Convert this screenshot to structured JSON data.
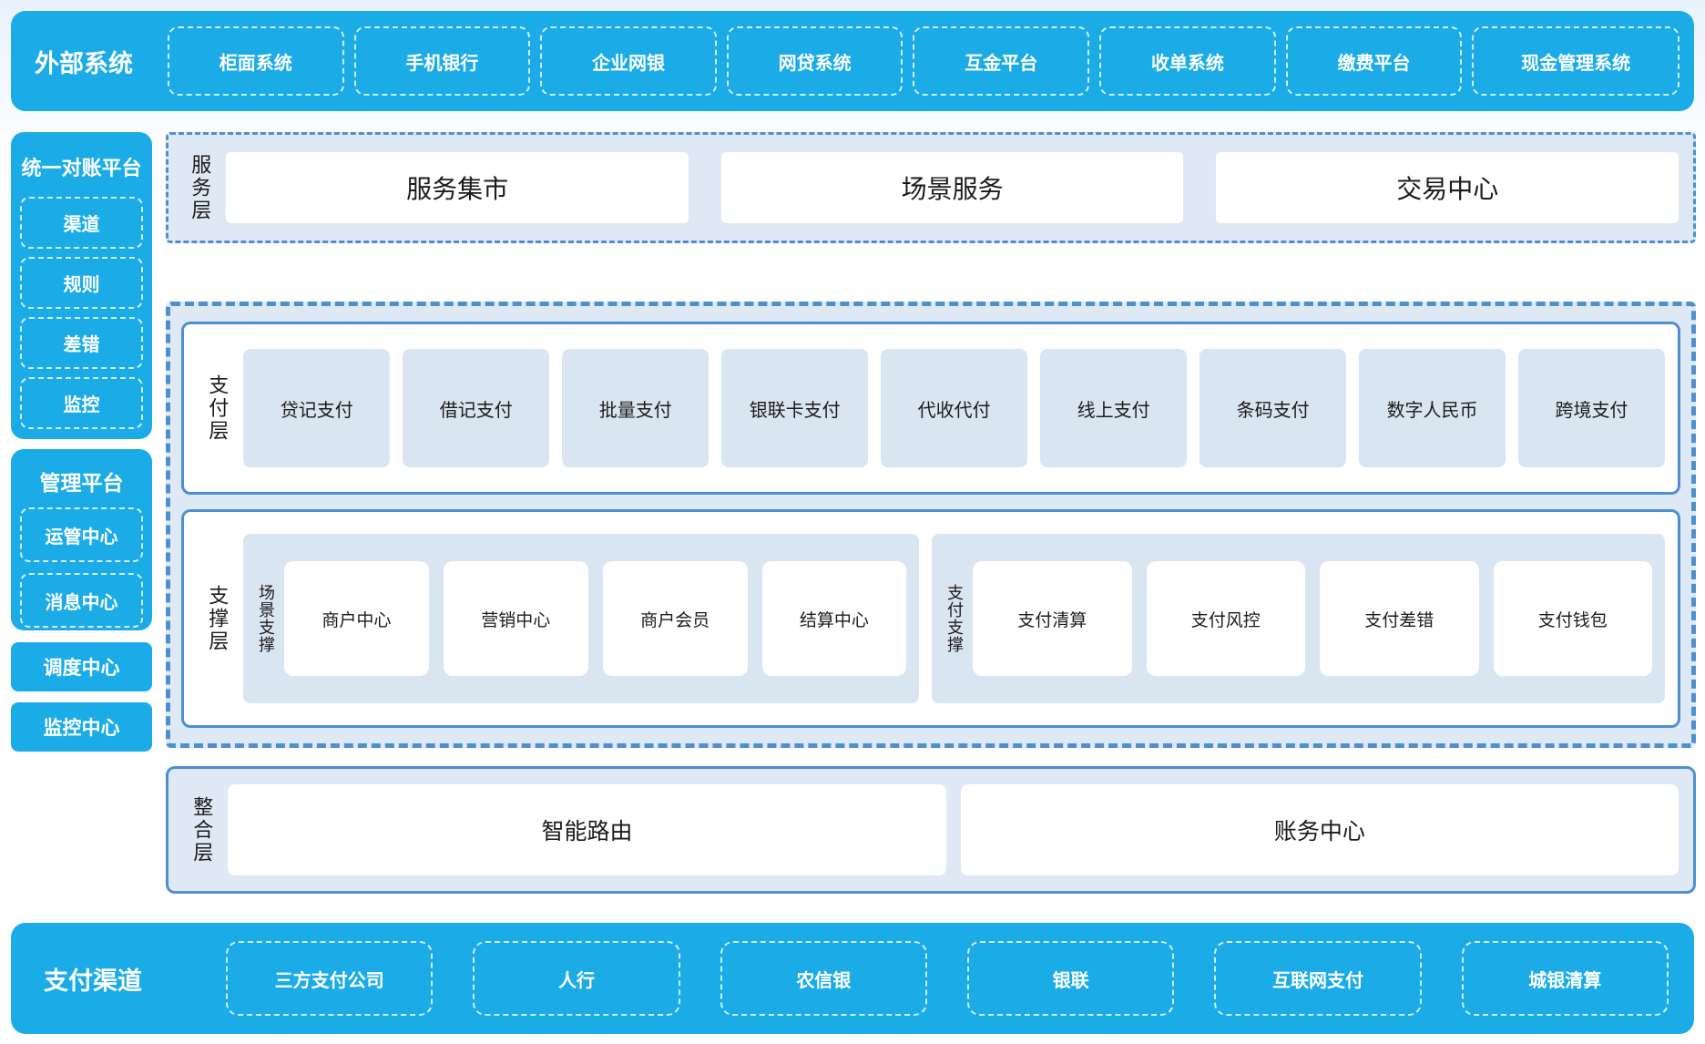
{
  "palette": {
    "brand_blue": "#1BACE8",
    "panel_light_bg": "#DFE9F5",
    "item_light_bg": "#DAE5F2",
    "frame_blue": "#4E90CF",
    "text_dark": "#1B1B1B",
    "text_light": "#FFFFFF"
  },
  "external_systems": {
    "label": "外部系统",
    "items": [
      "柜面系统",
      "手机银行",
      "企业网银",
      "网贷系统",
      "互金平台",
      "收单系统",
      "缴费平台",
      "现金管理系统"
    ]
  },
  "sidebar": {
    "reconciliation": {
      "title": "统一对账平台",
      "items": [
        "渠道",
        "规则",
        "差错",
        "监控"
      ]
    },
    "management": {
      "title": "管理平台",
      "items": [
        "运管中心",
        "消息中心"
      ]
    },
    "standalone": [
      "调度中心",
      "监控中心"
    ]
  },
  "service_layer": {
    "label": "服务层",
    "items": [
      "服务集市",
      "场景服务",
      "交易中心"
    ]
  },
  "payment_layer": {
    "label": "支付层",
    "items": [
      "贷记支付",
      "借记支付",
      "批量支付",
      "银联卡支付",
      "代收代付",
      "线上支付",
      "条码支付",
      "数字人民币",
      "跨境支付"
    ]
  },
  "support_layer": {
    "label": "支撑层",
    "groups": [
      {
        "label": "场景支撑",
        "items": [
          "商户中心",
          "营销中心",
          "商户会员",
          "结算中心"
        ]
      },
      {
        "label": "支付支撑",
        "items": [
          "支付清算",
          "支付风控",
          "支付差错",
          "支付钱包"
        ]
      }
    ]
  },
  "integration_layer": {
    "label": "整合层",
    "items": [
      "智能路由",
      "账务中心"
    ]
  },
  "payment_channels": {
    "label": "支付渠道",
    "items": [
      "三方支付公司",
      "人行",
      "农信银",
      "银联",
      "互联网支付",
      "城银清算"
    ]
  }
}
